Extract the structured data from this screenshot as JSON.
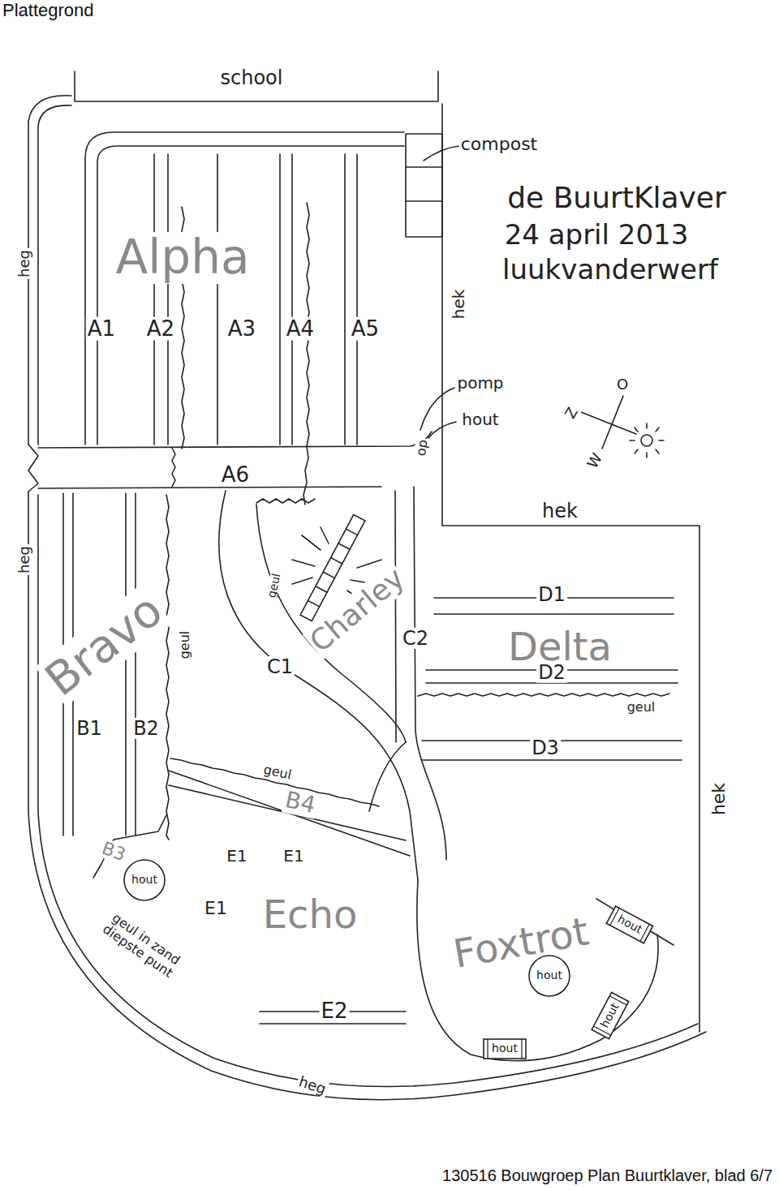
{
  "diagram": {
    "title": "Plattegrond",
    "caption": "130516 Bouwgroep Plan Buurtklaver, blad 6/7",
    "nodes": [
      {
        "text": [
          "hout"
        ]
      },
      {
        "text": [
          "hout"
        ]
      },
      {
        "text": [
          "hout"
        ]
      },
      {
        "text": [
          "hout"
        ]
      },
      {
        "text": [
          "hout"
        ]
      }
    ],
    "labels": [
      "school",
      "compost",
      "de BuurtKlaver",
      "24 april 2013",
      "luukvanderwerf",
      "heg",
      "hek",
      "pomp",
      "hout",
      "op",
      "Z",
      "O",
      "W",
      "Alpha",
      "A1",
      "A2",
      "A3",
      "A4",
      "A5",
      "A6",
      "hek",
      "heg",
      "Bravo",
      "geul",
      "geul",
      "Charley",
      "C1",
      "C2",
      "D1",
      "Delta",
      "D2",
      "geul",
      "D3",
      "B1",
      "B2",
      "geul",
      "B4",
      "B3",
      "E1",
      "E1",
      "E1",
      "Echo",
      "geul in zand diepste punt",
      "Foxtrot",
      "E2",
      "heg",
      "hek"
    ]
  }
}
